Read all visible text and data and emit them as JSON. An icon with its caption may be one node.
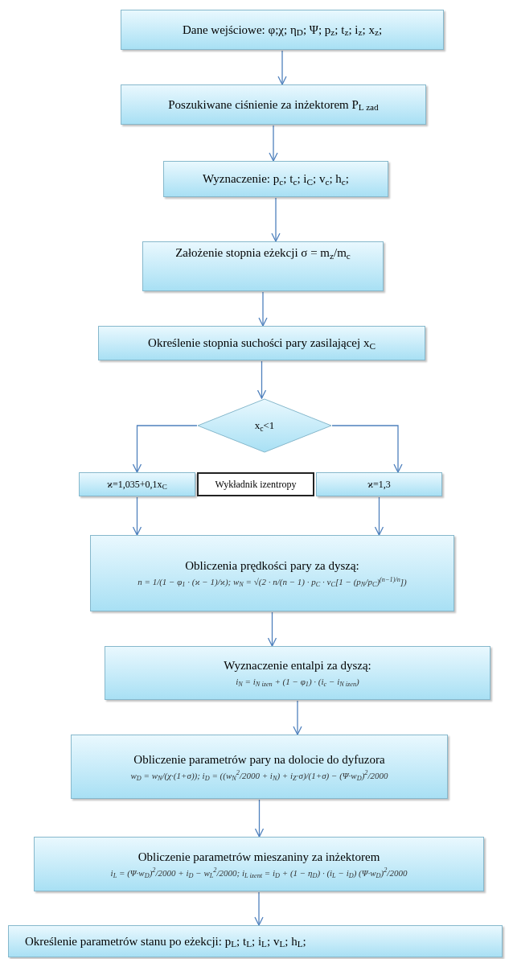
{
  "diagram": {
    "nodes": [
      {
        "text": [
          "Dane wejściowe: φ;χ; η$_{D}$; Ψ; p$_{z}$; t$_{z}$; i$_{z}$; x$_{z}$;"
        ]
      },
      {
        "text": [
          "Poszukiwane ciśnienie za inżektorem P$_{L zad}$"
        ]
      },
      {
        "text": [
          "Wyznaczenie: p$_{c}$; t$_{c}$; i$_{C}$; v$_{c}$; h$_{c}$;"
        ]
      },
      {
        "text": [
          "Założenie stopnia eżekcji σ = m$_{z}$/m$_{c}$"
        ]
      },
      {
        "text": [
          "Określenie stopnia suchości pary zasilającej x$_{C}$"
        ]
      },
      {
        "text": [
          "x$_{c}$<1"
        ]
      },
      {
        "text": [
          "ϰ=1,035+0,1x$_{C}$"
        ]
      },
      {
        "text": [
          "Wykładnik izentropy"
        ]
      },
      {
        "text": [
          "ϰ=1,3"
        ]
      },
      {
        "text": [
          "Obliczenia prędkości pary za dyszą:",
          "n = 1/(1 − φ$_{1}$ · (ϰ − 1)/ϰ); w$_{N}$ = √(2 · n/(n − 1) · p$_{C}$ · v$_{C}$[1 − (p$_{N}$/p$_{C}$)$^{(n−1)/n}$])"
        ]
      },
      {
        "text": [
          "Wyznaczenie entalpi za dyszą:",
          "i$_{N}$ = i$_{N izen}$ + (1 − φ$_{1}$) · (i$_{c}$ − i$_{N izen}$)"
        ]
      },
      {
        "text": [
          "Obliczenie parametrów pary na dolocie do dyfuzora",
          "w$_{D}$ = w$_{N}$/(χ·(1+σ)); i$_{D}$ = ((w$_{N}$$^{2}$/2000 + i$_{N}$) + i$_{Z}$·σ)/(1+σ) − (Ψ·w$_{D}$)$^{2}$/2000"
        ]
      },
      {
        "text": [
          "Obliczenie parametrów mieszaniny za inżektorem",
          "i$_{L}$ = (Ψ·w$_{D}$)$^{2}$/2000 + i$_{D}$ − w$_{L}$$^{2}$/2000; i$_{L izent}$ = i$_{D}$ + (1 − η$_{D}$) · (i$_{L}$ − i$_{D}$) (Ψ·w$_{D}$)$^{2}$/2000"
        ]
      },
      {
        "text": [
          "Określenie parametrów stanu po eżekcji: p$_{L}$; t$_{L}$; i$_{L}$; v$_{L}$; h$_{L}$;"
        ]
      }
    ],
    "edges": [
      {
        "from": 0,
        "to": 1,
        "arrow": "to"
      },
      {
        "from": 1,
        "to": 2,
        "arrow": "to"
      },
      {
        "from": 2,
        "to": 3,
        "arrow": "to"
      },
      {
        "from": 3,
        "to": 4,
        "arrow": "to"
      },
      {
        "from": 4,
        "to": 5,
        "arrow": "to"
      },
      {
        "from": 5,
        "to": 6,
        "arrow": "to"
      },
      {
        "from": 5,
        "to": 8,
        "arrow": "to"
      },
      {
        "from": 6,
        "to": 9,
        "arrow": "to"
      },
      {
        "from": 8,
        "to": 9,
        "arrow": "to"
      },
      {
        "from": 9,
        "to": 10,
        "arrow": "to"
      },
      {
        "from": 10,
        "to": 11,
        "arrow": "to"
      },
      {
        "from": 11,
        "to": 12,
        "arrow": "to"
      },
      {
        "from": 12,
        "to": 13,
        "arrow": "to"
      }
    ]
  }
}
